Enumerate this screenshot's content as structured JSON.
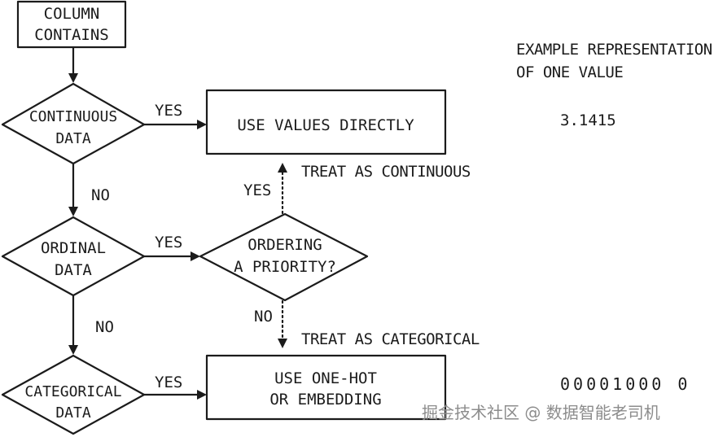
{
  "nodes": {
    "column_contains": [
      "COLUMN",
      "CONTAINS"
    ],
    "continuous_data": [
      "CONTINUOUS",
      "DATA"
    ],
    "use_values_directly": "USE VALUES DIRECTLY",
    "ordinal_data": [
      "ORDINAL",
      "DATA"
    ],
    "ordering_priority": [
      "ORDERING",
      "A PRIORITY?"
    ],
    "categorical_data": [
      "CATEGORICAL",
      "DATA"
    ],
    "use_one_hot": [
      "USE ONE-HOT",
      "OR EMBEDDING"
    ]
  },
  "edges": {
    "yes": "YES",
    "no": "NO",
    "treat_as_continuous": "TREAT AS CONTINUOUS",
    "treat_as_categorical": "TREAT AS CATEGORICAL"
  },
  "examples": {
    "heading": [
      "EXAMPLE REPRESENTATION",
      "OF ONE VALUE"
    ],
    "continuous_value": "3.1415",
    "onehot_value": "00001000 0"
  },
  "watermark": "掘金技术社区 @ 数据智能老司机"
}
